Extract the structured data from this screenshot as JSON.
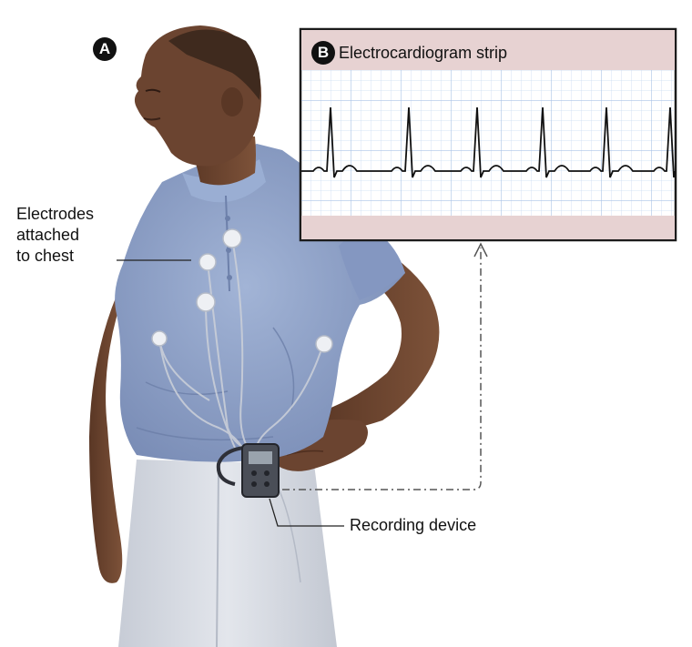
{
  "panels": {
    "a_badge": "A",
    "b_badge": "B",
    "ecg_title": "Electrocardiogram strip"
  },
  "labels": {
    "electrodes": [
      "Electrodes",
      "attached",
      "to chest"
    ],
    "recording_device": "Recording device"
  },
  "colors": {
    "shirt": "#8b9ec4",
    "skin": "#6e4732",
    "pants": "#d6dae2",
    "ecg_band": "#e7d2d2",
    "ecg_grid": "#bfd3ee",
    "ecg_trace": "#111111"
  }
}
